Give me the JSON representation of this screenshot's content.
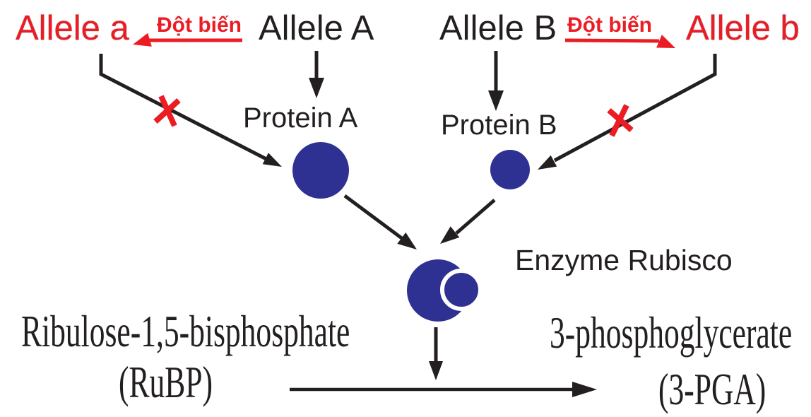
{
  "diagram": {
    "title": "Rubisco enzyme allele mutation pathway diagram",
    "labels": {
      "allele_a": "Allele a",
      "allele_A": "Allele A",
      "allele_B": "Allele B",
      "allele_b": "Allele b",
      "mutation_left": "Đột biến",
      "mutation_right": "Đột biến",
      "protein_A": "Protein A",
      "protein_B": "Protein B",
      "enzyme": "Enzyme Rubisco",
      "substrate_line1": "Ribulose-1,5-bisphosphate",
      "substrate_line2": "(RuBP)",
      "product_line1": "3-phosphoglycerate",
      "product_line2": "(3-PGA)"
    },
    "colors": {
      "mutant_red": "#EC1C24",
      "protein_blue": "#2E3192",
      "ink_black": "#231F20",
      "background": "#FFFFFF"
    },
    "icons": {
      "cross_mark": "blocked-path-x",
      "arrow": "black-arrow",
      "mutation_arrow": "red-arrow",
      "protein_circle": "blue-circle",
      "enzyme_complex": "two-overlapping-blue-circles"
    }
  }
}
